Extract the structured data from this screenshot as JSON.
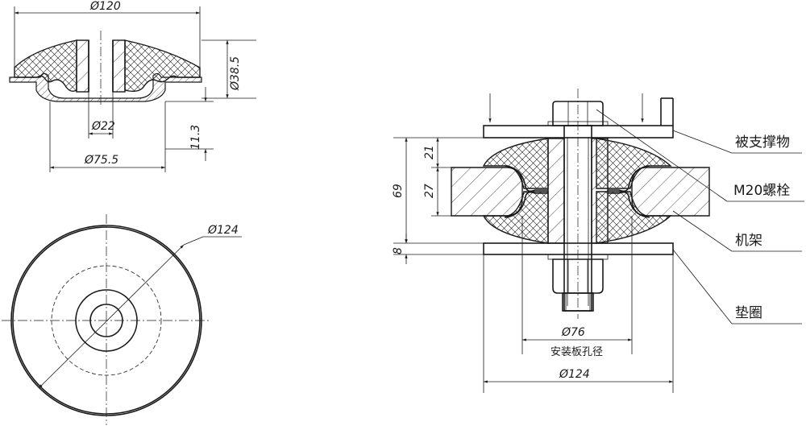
{
  "dimensions": {
    "top_dia_120": "Ø120",
    "top_dia_38_5": "Ø38.5",
    "top_dia_22": "Ø22",
    "top_h_11_3": "11.3",
    "top_dia_75_5": "Ø75.5",
    "plan_dia_124": "Ø124",
    "sec_h_21": "21",
    "sec_h_27": "27",
    "sec_h_69": "69",
    "sec_h_8": "8",
    "sec_dia_76": "Ø76",
    "sec_dia_124": "Ø124"
  },
  "labels": {
    "supported_object": "被支撑物",
    "bolt": "M20螺栓",
    "frame": "机架",
    "washer": "垫圈",
    "mount_hole": "安装板孔径"
  }
}
